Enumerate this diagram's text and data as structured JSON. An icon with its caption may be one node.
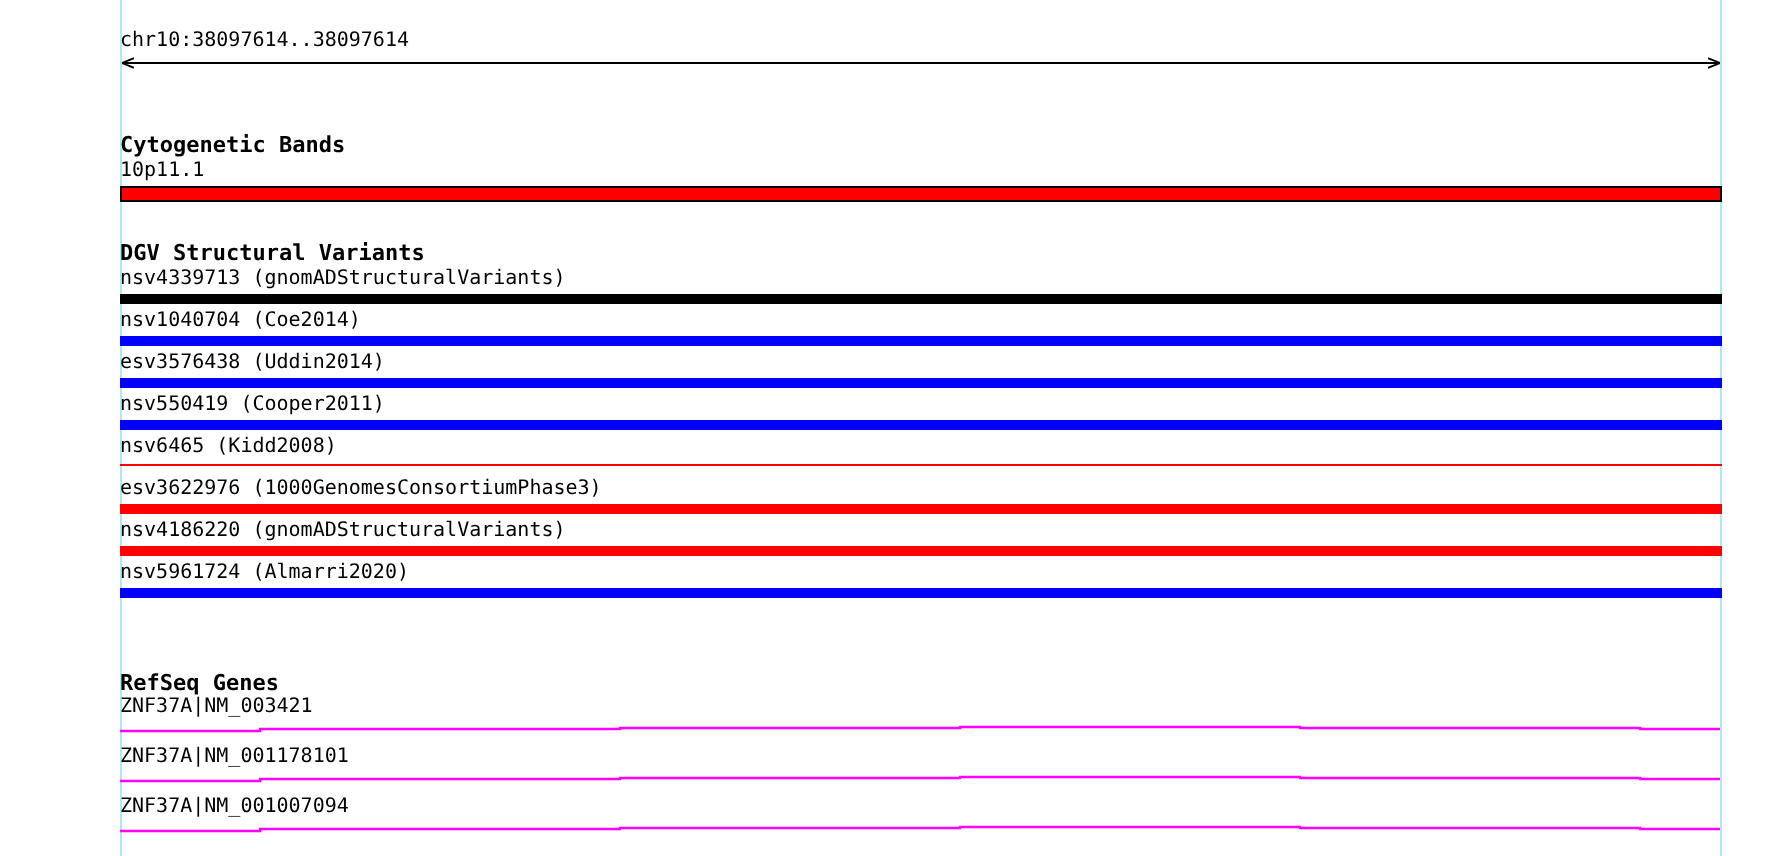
{
  "diagram": {
    "labels": [
      "chr10:38097614..38097614",
      "Cytogenetic Bands",
      "10p11.1",
      "DGV Structural Variants",
      "nsv4339713 (gnomADStructuralVariants)",
      "nsv1040704 (Coe2014)",
      "esv3576438 (Uddin2014)",
      "nsv550419 (Cooper2011)",
      "nsv6465 (Kidd2008)",
      "esv3622976 (1000GenomesConsortiumPhase3)",
      "nsv4186220 (gnomADStructuralVariants)",
      "nsv5961724 (Almarri2020)",
      "RefSeq Genes",
      "ZNF37A|NM_003421",
      "ZNF37A|NM_001178101",
      "ZNF37A|NM_001007094"
    ]
  }
}
